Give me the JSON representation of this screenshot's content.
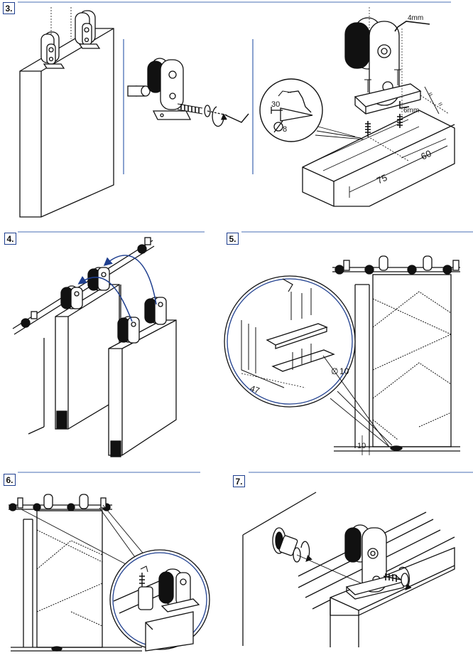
{
  "steps": {
    "s3": "3.",
    "s4": "4.",
    "s5": "5.",
    "s6": "6.",
    "s7": "7."
  },
  "dims": {
    "hex_key_top": "4mm",
    "hex_key_side": "6mm",
    "drill_depth": "30",
    "drill_diameter": "8",
    "edge_distance": "60",
    "end_distance": "75",
    "equal_mark_1": "=",
    "equal_mark_2": "=",
    "wall_offset": "47",
    "anchor_diameter": "10",
    "floor_gap": "10"
  },
  "colors": {
    "line": "#111111",
    "accent": "#1f3f8f",
    "divider": "#4a6fb5"
  }
}
